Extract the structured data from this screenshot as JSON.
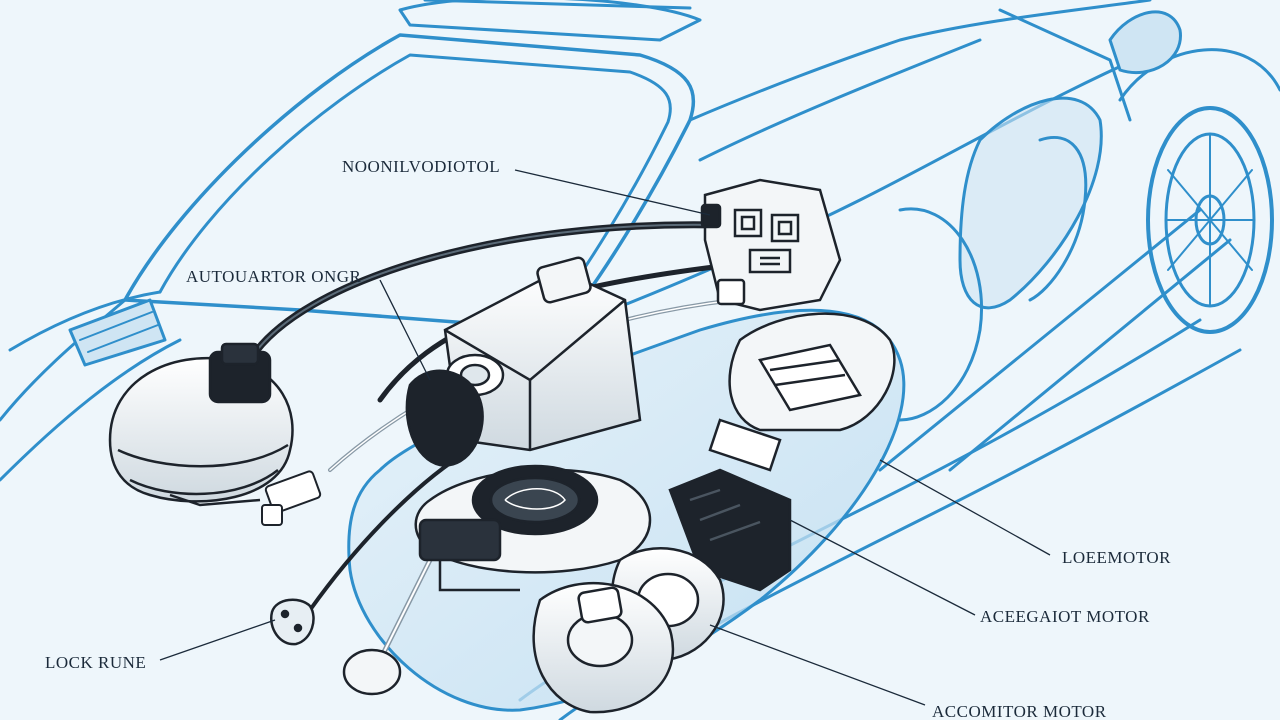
{
  "colors": {
    "background": "#eef6fb",
    "outline": "#2f8fcb",
    "outline_dark": "#1d6fa8",
    "glass_fill": "#c9e4f4",
    "component_dark": "#1d232b",
    "component_light": "#f3f6f8",
    "label_text": "#1b2a3a"
  },
  "labels": {
    "top_component": "NOONILVODIOTOL",
    "actuator": "AUTOUARTOR ONGR",
    "lock_motor": "LOEEMOTOR",
    "accelerator_motor": "ACEEGAIOT MOTOR",
    "lock_rune": "LOCK RUNE",
    "accumulator_motor": "ACCOMITOR MOTOR"
  }
}
